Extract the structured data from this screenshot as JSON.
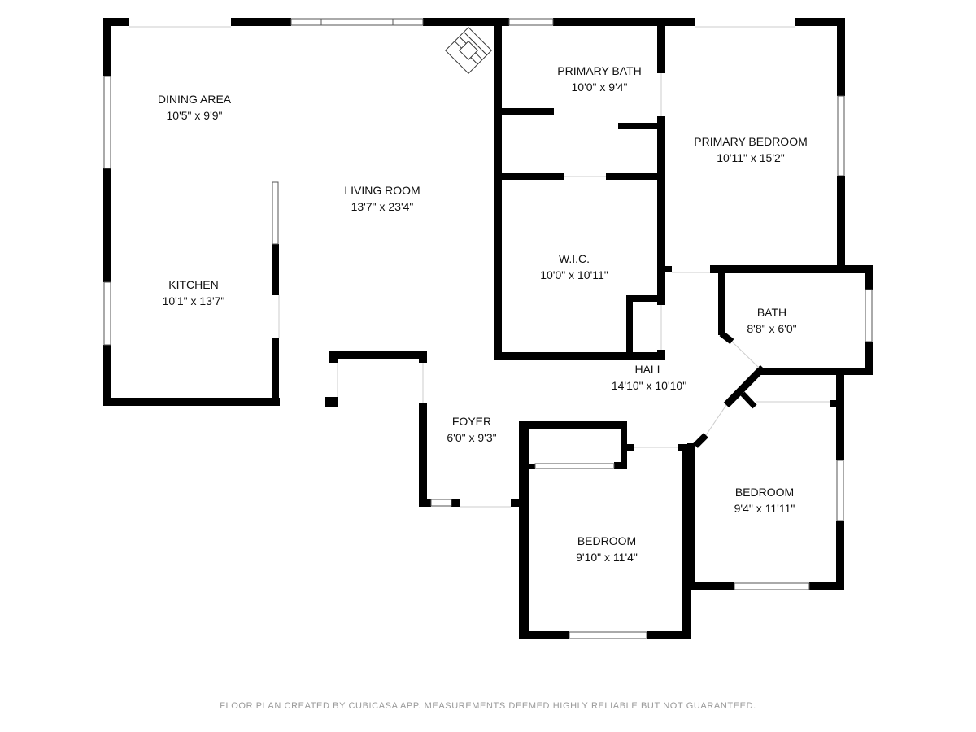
{
  "rooms": [
    {
      "name": "DINING AREA",
      "size": "10'5\" x 9'9\""
    },
    {
      "name": "KITCHEN",
      "size": "10'1\" x 13'7\""
    },
    {
      "name": "LIVING ROOM",
      "size": "13'7\" x 23'4\""
    },
    {
      "name": "PRIMARY BATH",
      "size": "10'0\" x 9'4\""
    },
    {
      "name": "PRIMARY BEDROOM",
      "size": "10'11\" x 15'2\""
    },
    {
      "name": "W.I.C.",
      "size": "10'0\" x 10'11\""
    },
    {
      "name": "BATH",
      "size": "8'8\" x 6'0\""
    },
    {
      "name": "HALL",
      "size": "14'10\" x 10'10\""
    },
    {
      "name": "FOYER",
      "size": "6'0\" x 9'3\""
    },
    {
      "name": "BEDROOM",
      "size": "9'10\" x 11'4\""
    },
    {
      "name": "BEDROOM",
      "size": "9'4\" x 11'11\""
    }
  ],
  "footer": "FLOOR PLAN CREATED BY CUBICASA APP. MEASUREMENTS DEEMED HIGHLY RELIABLE BUT NOT GUARANTEED."
}
